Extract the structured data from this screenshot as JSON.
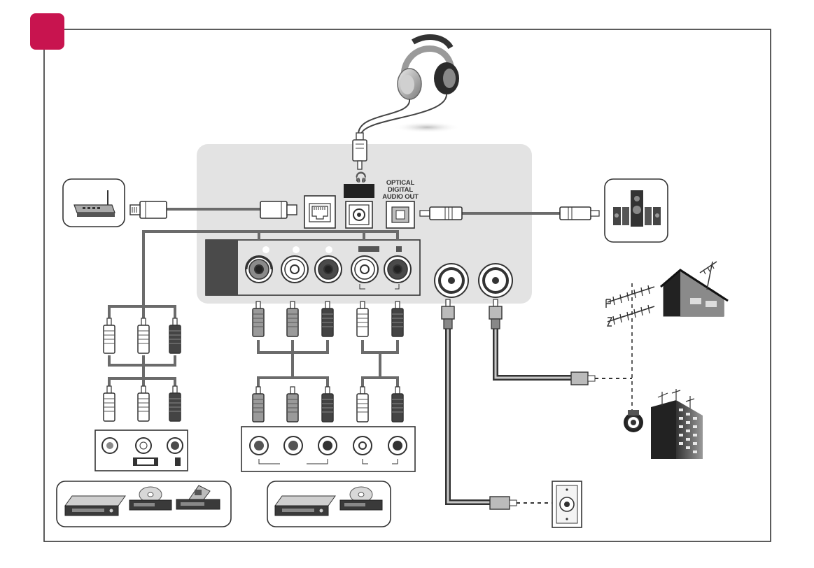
{
  "panel": {
    "optical_label_line1": "OPTICAL",
    "optical_label_line2": "DIGITAL",
    "optical_label_line3": "AUDIO OUT"
  },
  "colors": {
    "badge": "#c8144f",
    "panel": "#e3e3e3",
    "cable": "#6b6b6b",
    "jack_dark": "#4a4a4a",
    "jack_mid": "#8a8a8a",
    "jack_light": "#ffffff",
    "frame": "#333333"
  },
  "icons": {
    "headphones": "headphones-icon",
    "router": "router-icon",
    "speakers": "speaker-system-icon",
    "antenna": "antenna-icon",
    "wall_outlet": "wall-outlet-icon",
    "players_left": [
      "dvd-player-icon",
      "disc-player-icon",
      "game-console-icon"
    ],
    "players_mid": [
      "dvd-player-icon",
      "disc-player-icon"
    ]
  }
}
